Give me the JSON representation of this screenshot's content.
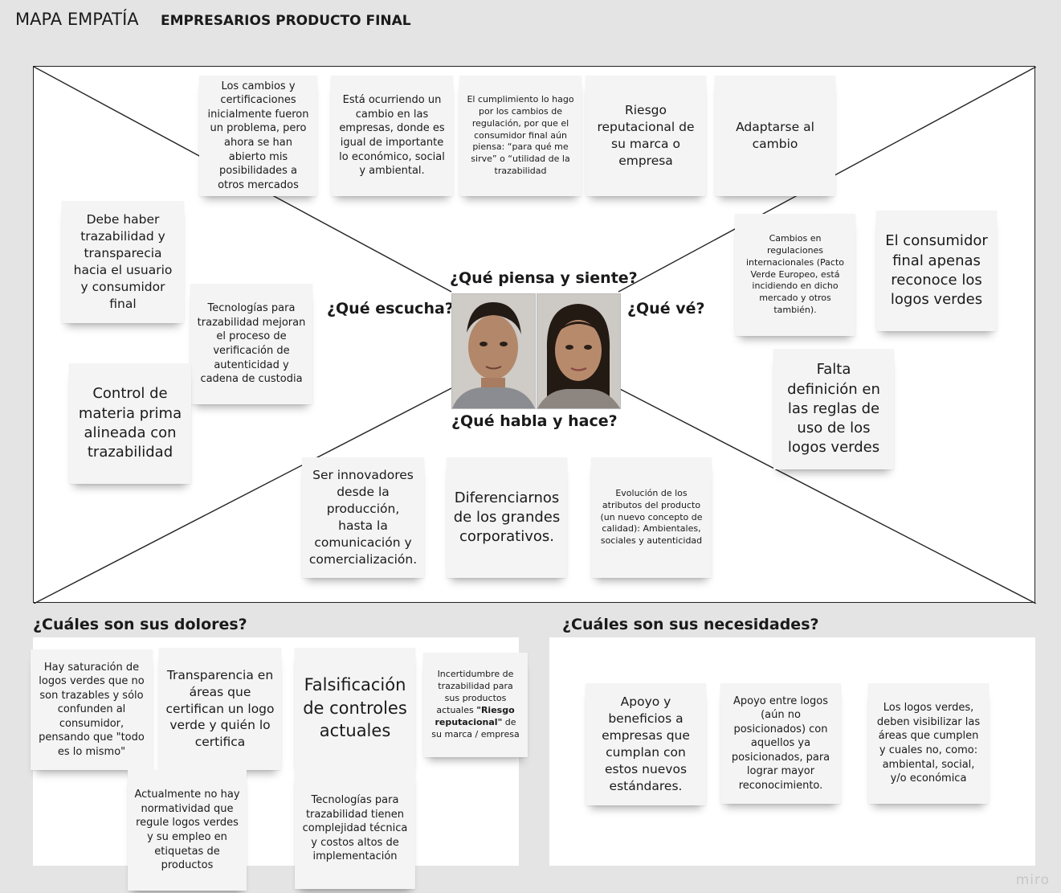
{
  "header": {
    "title": "MAPA EMPATÍA",
    "subtitle": "EMPRESARIOS PRODUCTO FINAL"
  },
  "map": {
    "q_thinks": "¿Qué piensa y siente?",
    "q_hears": "¿Qué escucha?",
    "q_sees": "¿Qué vé?",
    "q_says": "¿Qué habla y hace?",
    "notes": {
      "think_1": "Los cambios y certificaciones inicialmente fueron un problema, pero ahora se han abierto mis posibilidades a otros mercados",
      "think_2": "Está ocurriendo un cambio en las empresas, donde es igual de importante lo económico, social y ambiental.",
      "think_3": "El cumplimiento lo hago por los cambios de regulación, por que el consumidor final aún piensa: “para qué me sirve” o “utilidad de la trazabilidad",
      "think_4": "Riesgo reputacional de su marca o empresa",
      "think_5": "Adaptarse al cambio",
      "hear_1": "Debe haber trazabilidad y transparecia hacia el usuario y consumidor final",
      "hear_2": "Tecnologías para trazabilidad mejoran el proceso de verificación de autenticidad y cadena de custodia",
      "hear_3": "Control de materia prima alineada con trazabilidad",
      "see_1": "Cambios en regulaciones internacionales (Pacto Verde Europeo, está incidiendo en dicho mercado y otros también).",
      "see_2": "El consumidor final apenas reconoce los logos verdes",
      "see_3": "Falta definición en las reglas de uso de los logos verdes",
      "say_1": "Ser innovadores desde la producción, hasta la comunicación y comercialización.",
      "say_2": "Diferenciarnos de los grandes corporativos.",
      "say_3": "Evolución de los atributos del producto (un nuevo concepto de calidad): Ambientales, sociales y autenticidad"
    }
  },
  "pains": {
    "title": "¿Cuáles son sus dolores?",
    "notes": {
      "p1": "Hay saturación de logos verdes que no son trazables y sólo confunden al consumidor, pensando que \"todo es lo mismo\"",
      "p2": "Transparencia en áreas que certifican un logo verde y quién lo certifica",
      "p3": "Falsificación de controles actuales",
      "p4_a": "Incertidumbre de trazabilidad para sus productos actuales ",
      "p4_b": "\"Riesgo reputacional\"",
      "p4_c": " de su marca / empresa",
      "p5": "Actualmente no hay normatividad que regule logos verdes y su empleo en etiquetas de productos",
      "p6": "Tecnologías para trazabilidad tienen complejidad técnica y costos altos de implementación"
    }
  },
  "needs": {
    "title": "¿Cuáles son sus necesidades?",
    "notes": {
      "n1": "Apoyo y beneficios a empresas que cumplan con estos nuevos estándares.",
      "n2": "Apoyo entre logos (aún no posicionados) con aquellos ya posicionados, para lograr mayor reconocimiento.",
      "n3": "Los logos verdes, deben visibilizar las áreas que cumplen y cuales no, como: ambiental, social, y/o económica"
    }
  },
  "watermark": "miro",
  "colors": {
    "background": "#e4e4e4",
    "sticky": "#f4f4f4",
    "frame_line": "#222222"
  }
}
